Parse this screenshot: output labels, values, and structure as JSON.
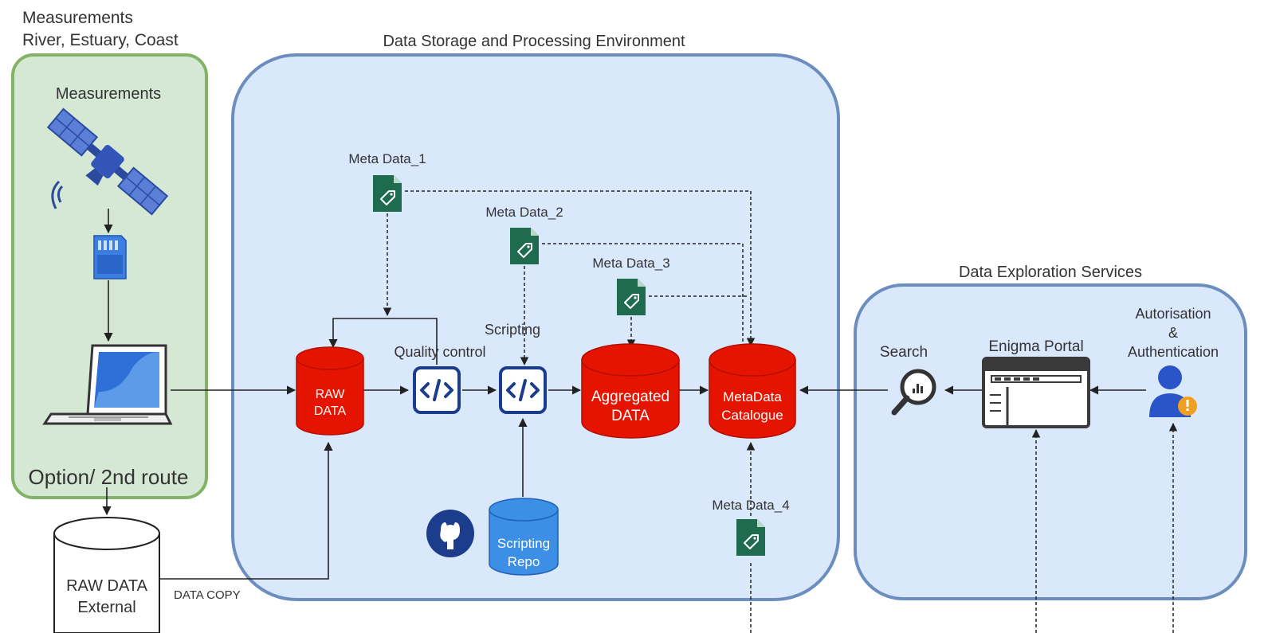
{
  "zones": {
    "measurements": {
      "title_line1": "Measurements",
      "title_line2": "River, Estuary, Coast",
      "inner_label": "Measurements",
      "footer_label": "Option/ 2nd route"
    },
    "storage": {
      "title": "Data Storage and Processing Environment"
    },
    "exploration": {
      "title": "Data Exploration Services"
    }
  },
  "metadata_docs": {
    "md1": "Meta Data_1",
    "md2": "Meta Data_2",
    "md3": "Meta Data_3",
    "md4": "Meta Data_4"
  },
  "databases": {
    "raw": {
      "line1": "RAW",
      "line2": "DATA"
    },
    "aggregated": {
      "line1": "Aggregated",
      "line2": "DATA"
    },
    "metadata_catalogue": {
      "line1": "MetaData",
      "line2": "Catalogue"
    },
    "scripting_repo": {
      "line1": "Scripting",
      "line2": "Repo"
    },
    "raw_external": {
      "line1": "RAW DATA",
      "line2": "External"
    }
  },
  "steps": {
    "quality_control": "Quality control",
    "scripting": "Scripting"
  },
  "services": {
    "search": "Search",
    "portal": "Enigma Portal",
    "auth_line1": "Autorisation",
    "auth_line2": "&",
    "auth_line3": "Authentication"
  },
  "edges": {
    "data_copy": "DATA COPY"
  },
  "icons": {
    "satellite": "satellite-icon",
    "sd_card": "sd-card-icon",
    "laptop": "laptop-icon",
    "metadata_doc": "tag-document-icon",
    "code": "code-icon",
    "github": "github-icon",
    "search": "magnifier-chart-icon",
    "portal": "browser-window-icon",
    "user": "user-warning-icon"
  },
  "colors": {
    "measurement_fill": "#d5e8d4",
    "measurement_stroke": "#82b366",
    "storage_fill": "#dae8fc",
    "storage_stroke": "#6c8ebf",
    "database_red": "#e51400",
    "database_blue": "#3d8fe6",
    "metadata_green": "#1e6b50",
    "code_blue": "#1c3d8c"
  }
}
